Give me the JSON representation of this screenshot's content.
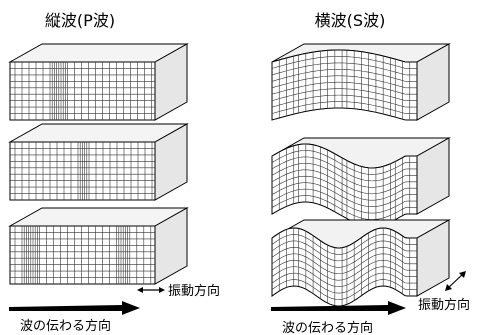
{
  "p_wave": {
    "title": "縦波(P波)",
    "vibration_label": "振動方向",
    "propagation_label": "波の伝わる方向"
  },
  "s_wave": {
    "title": "横波(S波)",
    "vibration_label": "振動方向",
    "propagation_label": "波の伝わる方向"
  }
}
